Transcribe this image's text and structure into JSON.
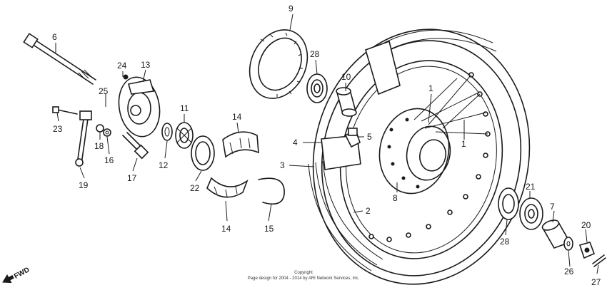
{
  "labels": {
    "l1a": "1",
    "l1b": "1",
    "l2": "2",
    "l3": "3",
    "l4": "4",
    "l5": "5",
    "l6": "6",
    "l7": "7",
    "l8": "8",
    "l9": "9",
    "l10": "10",
    "l11": "11",
    "l12": "12",
    "l13": "13",
    "l14a": "14",
    "l14b": "14",
    "l15": "15",
    "l16": "16",
    "l17": "17",
    "l18": "18",
    "l19": "19",
    "l20": "20",
    "l21": "21",
    "l22": "22",
    "l23": "23",
    "l24": "24",
    "l25": "25",
    "l26": "26",
    "l27": "27",
    "l28a": "28",
    "l28b": "28"
  },
  "copyright": {
    "line1": "Copyright",
    "line2": "Page design for 2004 - 2014 by ARI Network Services, Inc."
  },
  "fwd_label": "FWD"
}
